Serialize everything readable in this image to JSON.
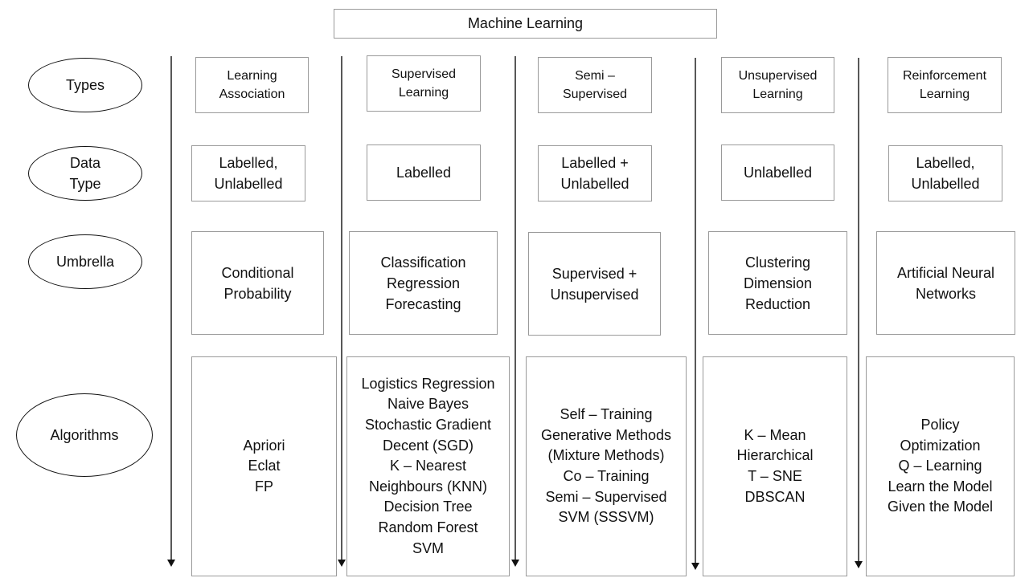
{
  "title": "Machine Learning",
  "row_labels": {
    "types": "Types",
    "data_type": "Data\nType",
    "umbrella": "Umbrella",
    "algorithms": "Algorithms"
  },
  "columns": [
    {
      "type": "Learning\nAssociation",
      "data_type": "Labelled,\nUnlabelled",
      "umbrella": "Conditional\nProbability",
      "algorithms": "Apriori\nEclat\nFP"
    },
    {
      "type": "Supervised\nLearning",
      "data_type": "Labelled",
      "umbrella": "Classification\nRegression\nForecasting",
      "algorithms": "Logistics Regression\nNaive Bayes\nStochastic Gradient\nDecent (SGD)\nK – Nearest\nNeighbours (KNN)\nDecision Tree\nRandom Forest\nSVM"
    },
    {
      "type": "Semi –\nSupervised",
      "data_type": "Labelled +\nUnlabelled",
      "umbrella": "Supervised +\nUnsupervised",
      "algorithms": "Self – Training\nGenerative Methods\n(Mixture Methods)\nCo – Training\nSemi – Supervised\nSVM (SSSVM)"
    },
    {
      "type": "Unsupervised\nLearning",
      "data_type": "Unlabelled",
      "umbrella": "Clustering\nDimension\nReduction",
      "algorithms": "K – Mean\nHierarchical\nT – SNE\nDBSCAN"
    },
    {
      "type": "Reinforcement\nLearning",
      "data_type": "Labelled,\nUnlabelled",
      "umbrella": "Artificial Neural\nNetworks",
      "algorithms": "Policy\nOptimization\nQ – Learning\nLearn the Model\nGiven the Model"
    }
  ]
}
